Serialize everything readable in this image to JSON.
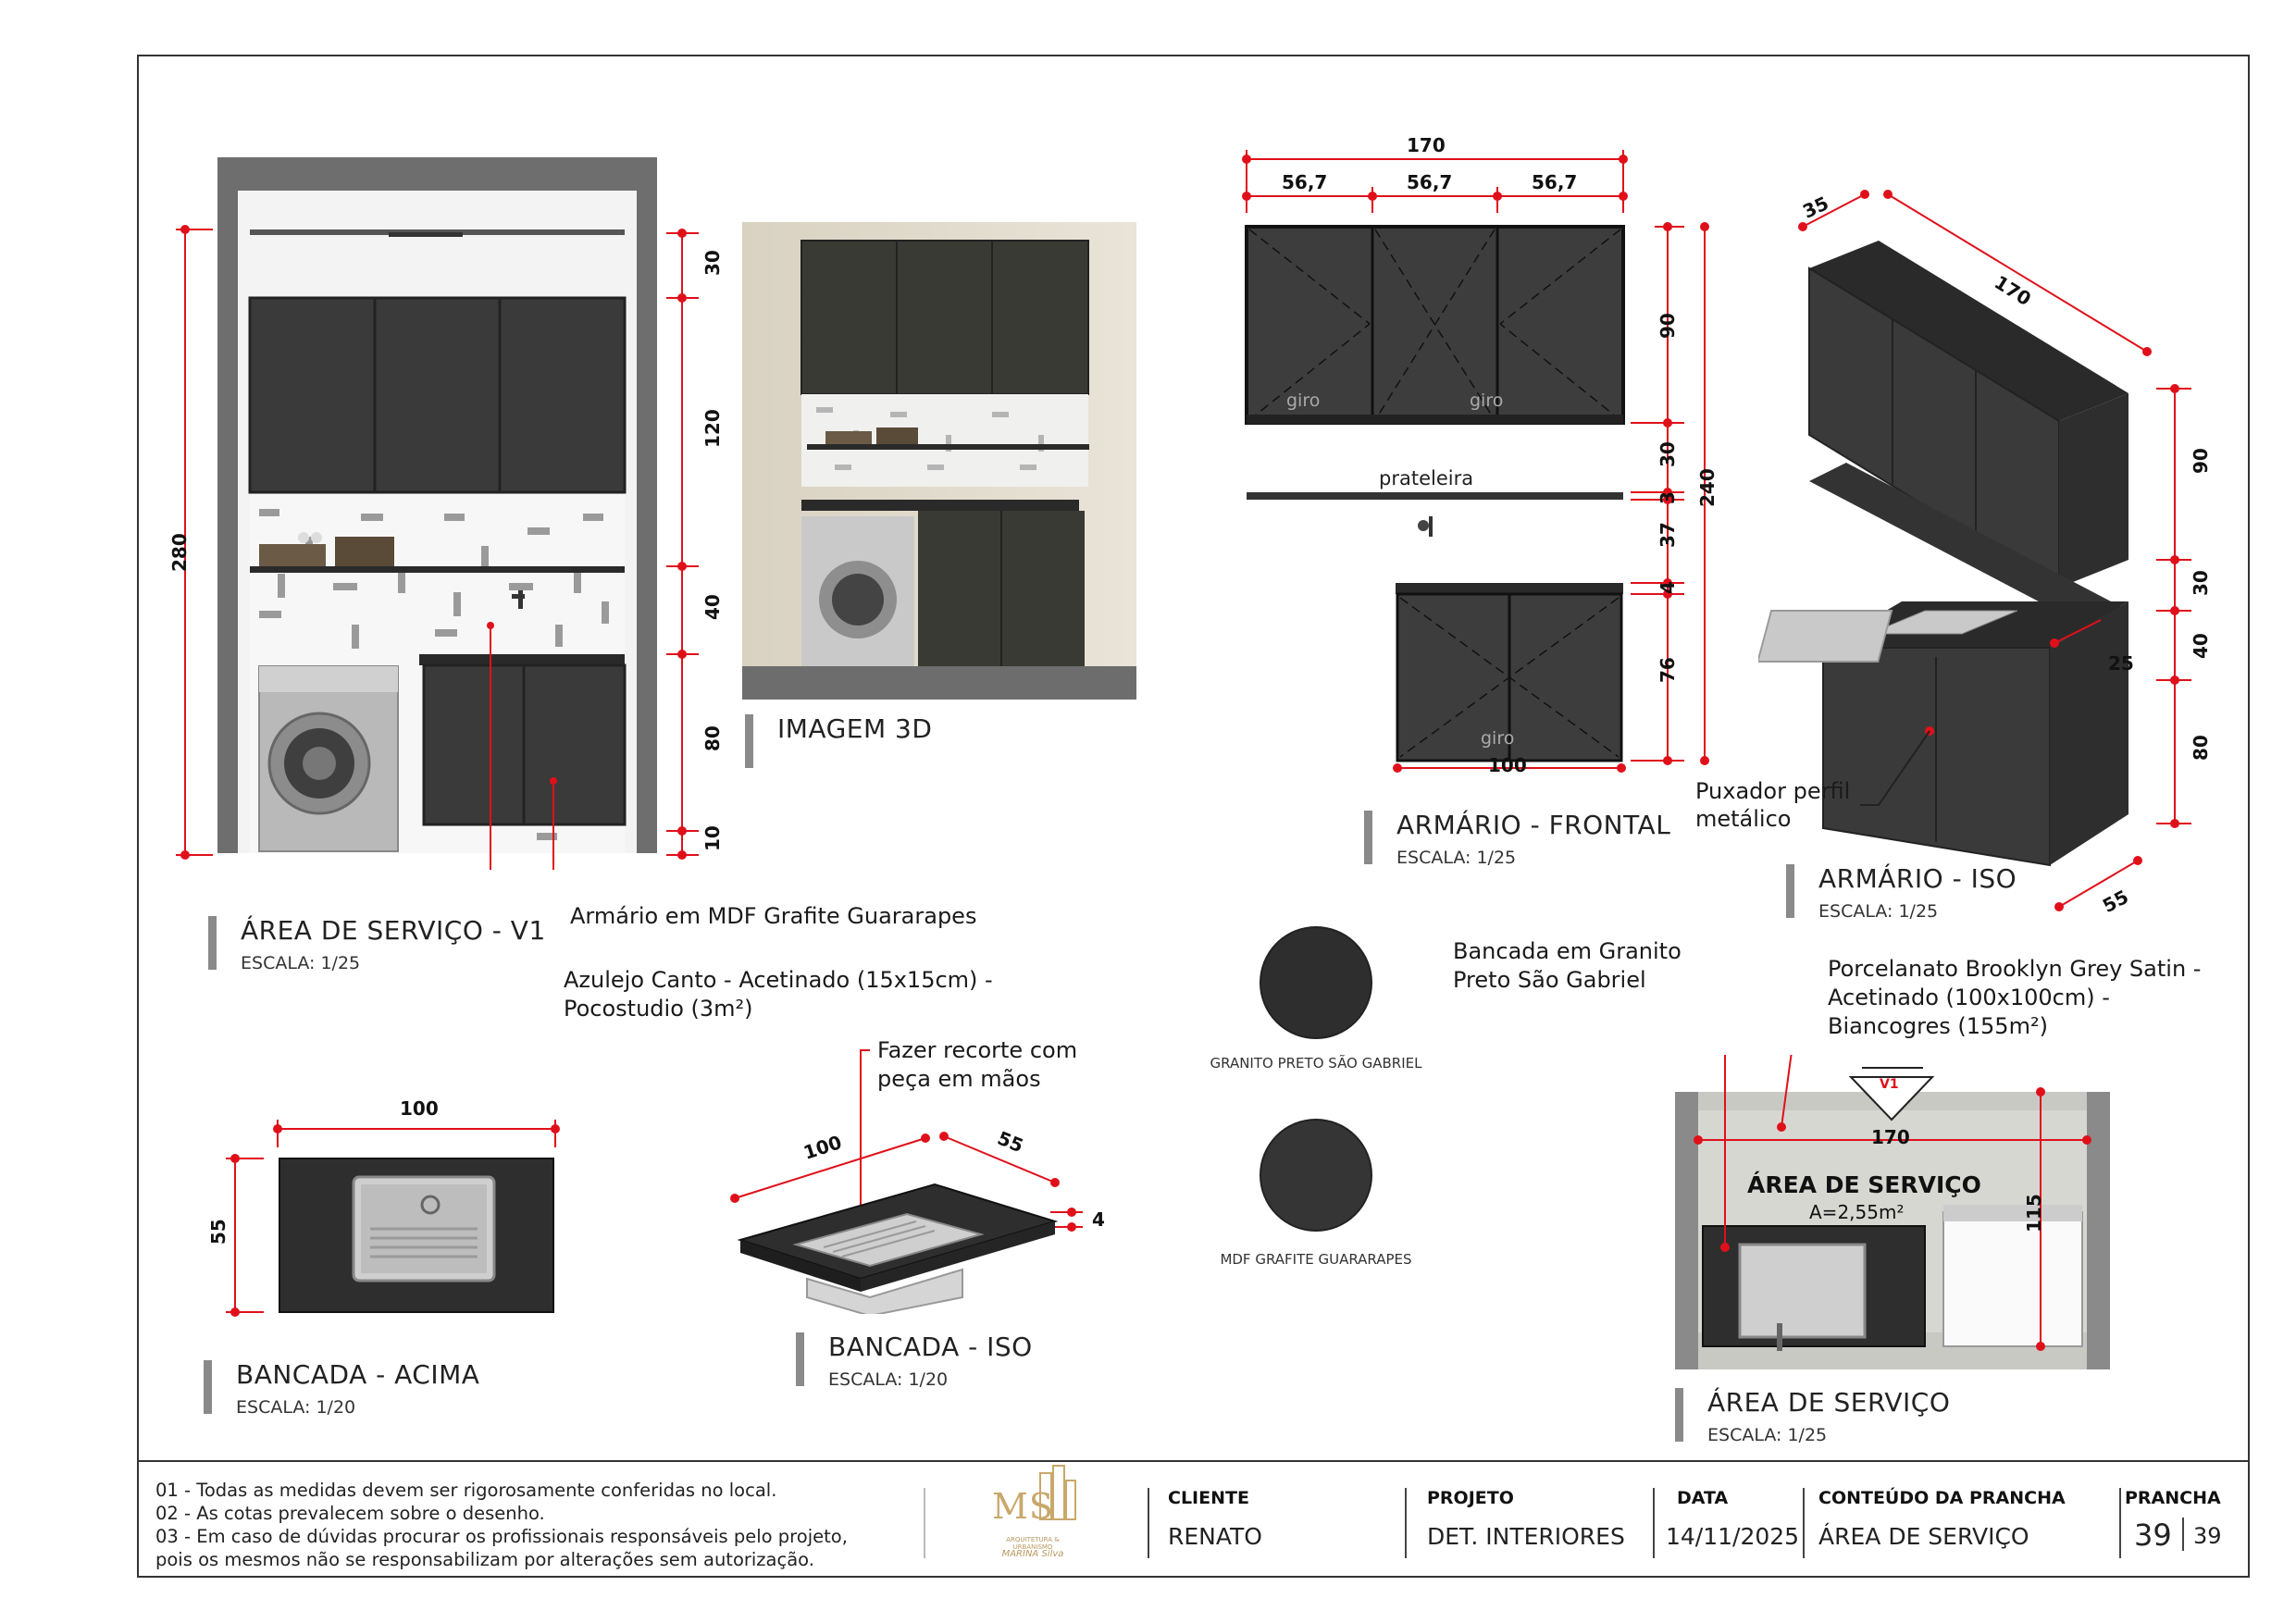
{
  "views": {
    "v1": {
      "title": "ÁREA DE SERVIÇO - V1",
      "scale": "ESCALA: 1/25",
      "dims": {
        "height": "280",
        "d1": "30",
        "d2": "120",
        "d3": "40",
        "d4": "80",
        "d5": "10"
      }
    },
    "img3d": {
      "title": "IMAGEM 3D"
    },
    "frontal": {
      "title": "ARMÁRIO - FRONTAL",
      "scale": "ESCALA: 1/25",
      "dims": {
        "width": "170",
        "m1": "56,7",
        "m2": "56,7",
        "m3": "56,7",
        "h1": "90",
        "h2": "30",
        "h3": "3",
        "h4": "37",
        "h5": "4",
        "h6": "76",
        "total": "240",
        "bottom": "100"
      },
      "labels": {
        "giro1": "giro",
        "giro2": "giro",
        "giro3": "giro",
        "shelf": "prateleira"
      }
    },
    "iso": {
      "title": "ARMÁRIO - ISO",
      "scale": "ESCALA: 1/25",
      "dims": {
        "depth": "35",
        "width": "170",
        "h1": "90",
        "h2": "30",
        "h3": "40",
        "h4": "80",
        "d2": "25",
        "d3": "55"
      }
    },
    "bancada_top": {
      "title": "BANCADA - ACIMA",
      "scale": "ESCALA: 1/20",
      "dims": {
        "w": "100",
        "h": "55"
      }
    },
    "bancada_iso": {
      "title": "BANCADA - ISO",
      "scale": "ESCALA: 1/20",
      "dims": {
        "w": "100",
        "d": "55",
        "t": "4"
      }
    },
    "plan": {
      "title": "ÁREA DE SERVIÇO",
      "scale": "ESCALA: 1/25",
      "room_name": "ÁREA DE SERVIÇO",
      "area": "A=2,55m²",
      "dim_w": "170",
      "dim_h": "115",
      "marker": "V1"
    }
  },
  "notes": {
    "armario": "Armário em MDF Grafite Guararapes",
    "azulejo_1": "Azulejo Canto - Acetinado (15x15cm) -",
    "azulejo_2": "Pocostudio (3m²)",
    "puxador_1": "Puxador perfil",
    "puxador_2": "metálico",
    "recorte_1": "Fazer recorte com",
    "recorte_2": "peça em mãos",
    "granito_1": "Bancada em Granito",
    "granito_2": "Preto São Gabriel",
    "porc_1": "Porcelanato Brooklyn Grey Satin -",
    "porc_2": "Acetinado (100x100cm) -",
    "porc_3": "Biancogres (155m²)"
  },
  "swatches": {
    "granito": "GRANITO PRETO SÃO GABRIEL",
    "mdf": "MDF GRAFITE GUARARAPES"
  },
  "footer": {
    "notes": [
      "01 - Todas as medidas devem ser rigorosamente conferidas no local.",
      "02 - As cotas prevalecem sobre o desenho.",
      "03 - Em caso de dúvidas procurar os profissionais responsáveis pelo projeto,",
      "pois os mesmos não se responsabilizam por alterações sem autorização."
    ],
    "logo": {
      "mono": "MS",
      "sub": "ARQUITETURA & URBANISMO",
      "sign": "MARINA Silva"
    },
    "cliente_label": "CLIENTE",
    "cliente": "RENATO",
    "projeto_label": "PROJETO",
    "projeto": "DET. INTERIORES",
    "data_label": "DATA",
    "data": "14/11/2025",
    "conteudo_label": "CONTEÚDO DA PRANCHA",
    "conteudo": "ÁREA DE SERVIÇO",
    "prancha_label": "PRANCHA",
    "prancha": "39",
    "total": "39"
  },
  "colors": {
    "cabinet": "#3a3a3a",
    "wall": "#6e6e6e",
    "dim": "#e0101a",
    "granite": "#2e2e2e",
    "mdf": "#353535"
  }
}
